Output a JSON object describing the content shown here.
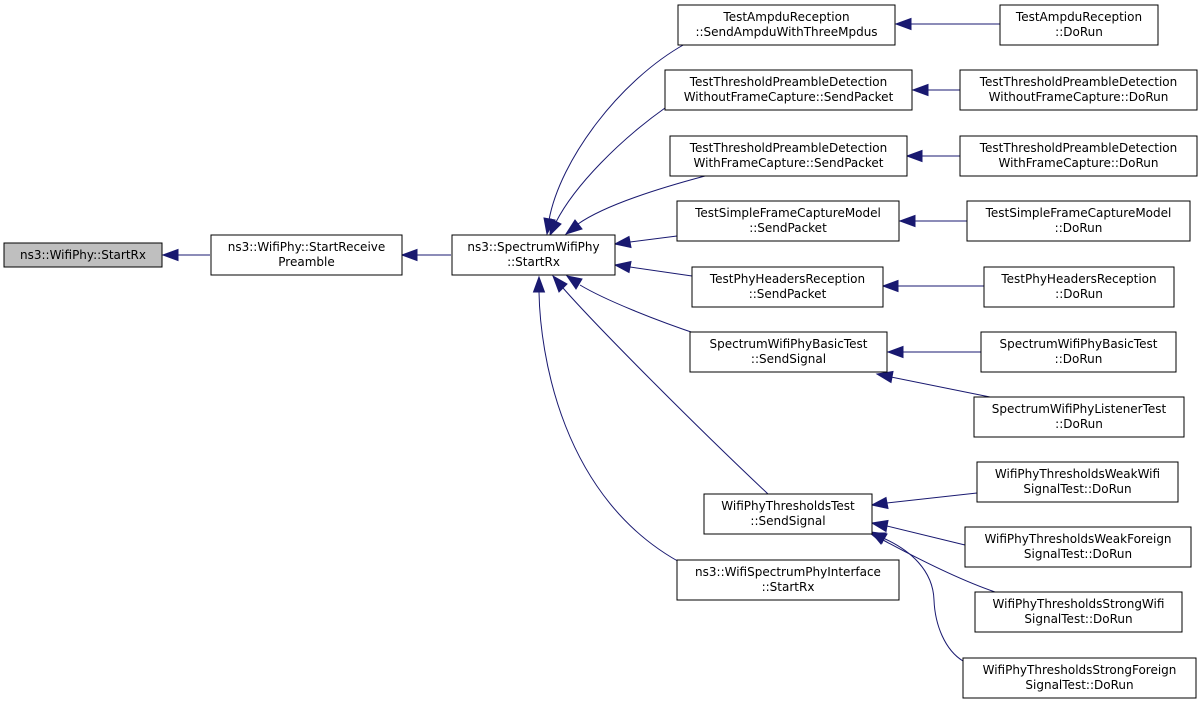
{
  "colors": {
    "edge": "#191970",
    "node_border": "#000000",
    "root_fill": "#bfbfbf",
    "node_fill": "#ffffff"
  },
  "nodes": {
    "startrx": [
      "ns3::WifiPhy::StartRx"
    ],
    "startreceivepreamble": [
      "ns3::WifiPhy::StartReceive",
      "Preamble"
    ],
    "spectrumwifiphy_startrx": [
      "ns3::SpectrumWifiPhy",
      "::StartRx"
    ],
    "ampdu_send": [
      "TestAmpduReception",
      "::SendAmpduWithThreeMpdus"
    ],
    "ampdu_dorun": [
      "TestAmpduReception",
      "::DoRun"
    ],
    "wofc_send": [
      "TestThresholdPreambleDetection",
      "WithoutFrameCapture::SendPacket"
    ],
    "wofc_dorun": [
      "TestThresholdPreambleDetection",
      "WithoutFrameCapture::DoRun"
    ],
    "wfc_send": [
      "TestThresholdPreambleDetection",
      "WithFrameCapture::SendPacket"
    ],
    "wfc_dorun": [
      "TestThresholdPreambleDetection",
      "WithFrameCapture::DoRun"
    ],
    "sfcm_send": [
      "TestSimpleFrameCaptureModel",
      "::SendPacket"
    ],
    "sfcm_dorun": [
      "TestSimpleFrameCaptureModel",
      "::DoRun"
    ],
    "phr_send": [
      "TestPhyHeadersReception",
      "::SendPacket"
    ],
    "phr_dorun": [
      "TestPhyHeadersReception",
      "::DoRun"
    ],
    "basic_send": [
      "SpectrumWifiPhyBasicTest",
      "::SendSignal"
    ],
    "basic_dorun": [
      "SpectrumWifiPhyBasicTest",
      "::DoRun"
    ],
    "listener_dorun": [
      "SpectrumWifiPhyListenerTest",
      "::DoRun"
    ],
    "thr_send": [
      "WifiPhyThresholdsTest",
      "::SendSignal"
    ],
    "weakwifi": [
      "WifiPhyThresholdsWeakWifi",
      "SignalTest::DoRun"
    ],
    "weakforeign": [
      "WifiPhyThresholdsWeakForeign",
      "SignalTest::DoRun"
    ],
    "strongwifi": [
      "WifiPhyThresholdsStrongWifi",
      "SignalTest::DoRun"
    ],
    "strongforeign": [
      "WifiPhyThresholdsStrongForeign",
      "SignalTest::DoRun"
    ],
    "interface_startrx": [
      "ns3::WifiSpectrumPhyInterface",
      "::StartRx"
    ]
  },
  "edges": [
    [
      "startreceivepreamble",
      "startrx"
    ],
    [
      "spectrumwifiphy_startrx",
      "startreceivepreamble"
    ],
    [
      "ampdu_send",
      "spectrumwifiphy_startrx"
    ],
    [
      "wofc_send",
      "spectrumwifiphy_startrx"
    ],
    [
      "wfc_send",
      "spectrumwifiphy_startrx"
    ],
    [
      "sfcm_send",
      "spectrumwifiphy_startrx"
    ],
    [
      "phr_send",
      "spectrumwifiphy_startrx"
    ],
    [
      "basic_send",
      "spectrumwifiphy_startrx"
    ],
    [
      "thr_send",
      "spectrumwifiphy_startrx"
    ],
    [
      "interface_startrx",
      "spectrumwifiphy_startrx"
    ],
    [
      "ampdu_dorun",
      "ampdu_send"
    ],
    [
      "wofc_dorun",
      "wofc_send"
    ],
    [
      "wfc_dorun",
      "wfc_send"
    ],
    [
      "sfcm_dorun",
      "sfcm_send"
    ],
    [
      "phr_dorun",
      "phr_send"
    ],
    [
      "basic_dorun",
      "basic_send"
    ],
    [
      "listener_dorun",
      "basic_send"
    ],
    [
      "weakwifi",
      "thr_send"
    ],
    [
      "weakforeign",
      "thr_send"
    ],
    [
      "strongwifi",
      "thr_send"
    ],
    [
      "strongforeign",
      "thr_send"
    ]
  ]
}
